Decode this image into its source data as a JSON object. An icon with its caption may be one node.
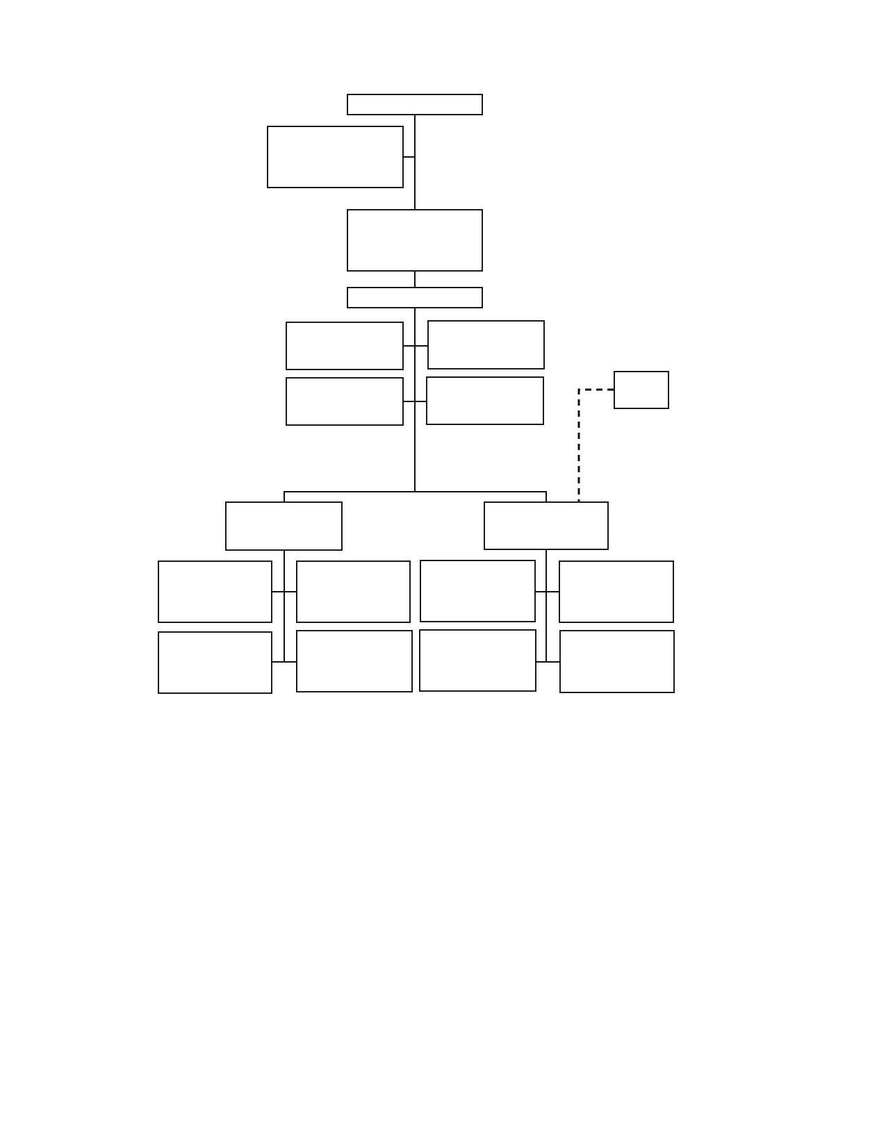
{
  "diagram": {
    "nodes": [
      {
        "text": [],
        "shape": "box"
      },
      {
        "text": [],
        "shape": "box"
      },
      {
        "text": [],
        "shape": "box"
      },
      {
        "text": [],
        "shape": "box"
      },
      {
        "text": [],
        "shape": "box"
      },
      {
        "text": [],
        "shape": "box"
      },
      {
        "text": [],
        "shape": "box"
      },
      {
        "text": [],
        "shape": "box"
      },
      {
        "text": [],
        "shape": "box"
      },
      {
        "text": [],
        "shape": "box"
      },
      {
        "text": [],
        "shape": "box"
      },
      {
        "text": [],
        "shape": "box"
      },
      {
        "text": [],
        "shape": "box"
      },
      {
        "text": [],
        "shape": "box"
      },
      {
        "text": [],
        "shape": "box"
      },
      {
        "text": [],
        "shape": "box"
      },
      {
        "text": [],
        "shape": "box"
      },
      {
        "text": [],
        "shape": "box"
      },
      {
        "text": [],
        "shape": "box"
      }
    ],
    "edges": [
      {
        "from": 0,
        "to": 2,
        "arrow": "none"
      },
      {
        "from": 0,
        "to": 1,
        "arrow": "none"
      },
      {
        "from": 2,
        "to": 3,
        "arrow": "none"
      },
      {
        "from": 3,
        "to": 4,
        "arrow": "none"
      },
      {
        "from": 3,
        "to": 5,
        "arrow": "none"
      },
      {
        "from": 3,
        "to": 6,
        "arrow": "none"
      },
      {
        "from": 3,
        "to": 7,
        "arrow": "none"
      },
      {
        "from": 3,
        "to": 9,
        "arrow": "none"
      },
      {
        "from": 3,
        "to": 10,
        "arrow": "none"
      },
      {
        "from": 8,
        "to": 10,
        "arrow": "none",
        "style": "dashed"
      },
      {
        "from": 9,
        "to": 11,
        "arrow": "none"
      },
      {
        "from": 9,
        "to": 12,
        "arrow": "none"
      },
      {
        "from": 9,
        "to": 15,
        "arrow": "none"
      },
      {
        "from": 9,
        "to": 16,
        "arrow": "none"
      },
      {
        "from": 10,
        "to": 13,
        "arrow": "none"
      },
      {
        "from": 10,
        "to": 14,
        "arrow": "none"
      },
      {
        "from": 10,
        "to": 17,
        "arrow": "none"
      },
      {
        "from": 10,
        "to": 18,
        "arrow": "none"
      }
    ]
  }
}
